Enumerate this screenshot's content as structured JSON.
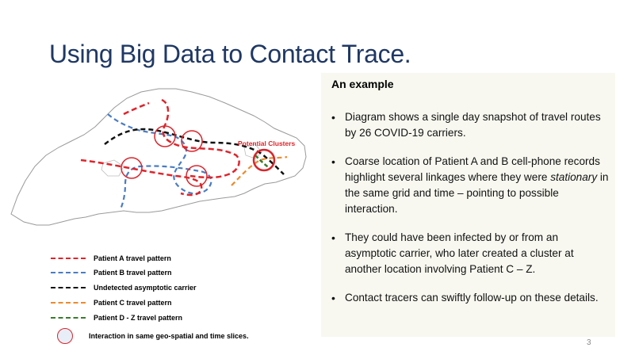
{
  "slide": {
    "title": "Using Big Data to Contact Trace.",
    "page_number": "3"
  },
  "map": {
    "cluster_label": "Potential Clusters",
    "colors": {
      "outline": "#9a9a9a",
      "patient_a": "#e0242b",
      "patient_b": "#4a7cc4",
      "carrier": "#111111",
      "patient_c": "#ee8a2c",
      "patient_dz": "#3b7a2e",
      "interaction": "#d9262c"
    }
  },
  "legend": {
    "items": [
      {
        "label": "Patient A travel pattern",
        "color": "#e0242b"
      },
      {
        "label": "Patient B travel pattern",
        "color": "#4a7cc4"
      },
      {
        "label": "Undetected asymptotic carrier",
        "color": "#111111"
      },
      {
        "label": "Patient C travel pattern",
        "color": "#ee8a2c"
      },
      {
        "label": "Patient D - Z travel pattern",
        "color": "#3b7a2e"
      }
    ],
    "interaction_label": "Interaction in same geo-spatial and time slices."
  },
  "panel": {
    "heading": "An example",
    "bullets": [
      {
        "parts": [
          {
            "text": "Diagram shows a single day snapshot of travel routes by 26 COVID-19 carriers.",
            "italic": false
          }
        ]
      },
      {
        "parts": [
          {
            "text": "Coarse location of Patient A and B cell-phone records highlight several linkages where they were ",
            "italic": false
          },
          {
            "text": "stationary",
            "italic": true
          },
          {
            "text": " in the same grid and time – pointing to possible interaction.",
            "italic": false
          }
        ]
      },
      {
        "parts": [
          {
            "text": "They could have been infected by or from an asymptotic carrier, who later created a cluster at another location involving Patient C – Z.",
            "italic": false
          }
        ]
      },
      {
        "parts": [
          {
            "text": "Contact tracers can swiftly follow-up on these details.",
            "italic": false
          }
        ]
      }
    ]
  }
}
